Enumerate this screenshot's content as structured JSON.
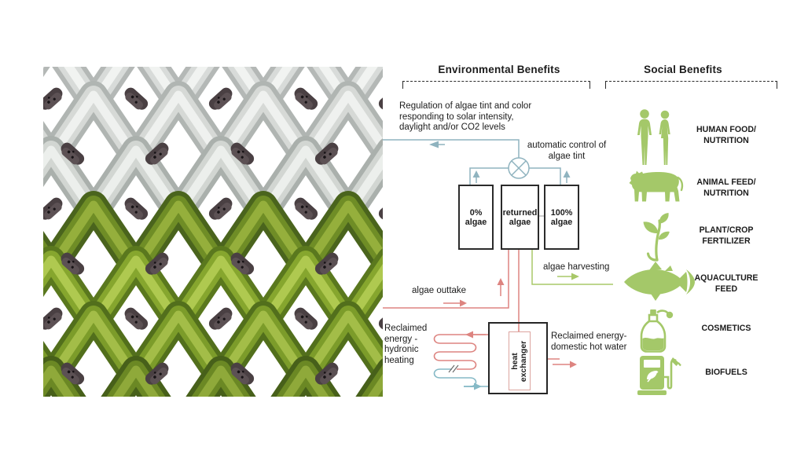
{
  "figure": {
    "environmental": {
      "title": "Environmental Benefits",
      "regulation_note": "Regulation of algae tint and color\nresponding to solar intensity,\ndaylight and/or CO2 levels",
      "auto_control_label": "automatic control of\nalgae tint",
      "tanks": [
        {
          "label": "0%\nalgae"
        },
        {
          "label": "returned\nalgae"
        },
        {
          "label": "100%\nalgae"
        }
      ],
      "algae_harvesting_label": "algae harvesting",
      "algae_outtake_label": "algae outtake",
      "hydronic_heating_label": "Reclaimed\nenergy -\nhydronic\nheating",
      "heat_exchanger_label": "heat\nexchanger",
      "domestic_hot_water_label": "Reclaimed energy-\ndomestic hot water"
    },
    "social": {
      "title": "Social Benefits",
      "items": [
        {
          "icon": "humans-icon",
          "label": "HUMAN FOOD/\nNUTRITION"
        },
        {
          "icon": "cow-icon",
          "label": "ANIMAL FEED/\nNUTRITION"
        },
        {
          "icon": "seedling-icon",
          "label": "PLANT/CROP\nFERTILIZER"
        },
        {
          "icon": "tuna-fish-icon",
          "label": "AQUACULTURE\nFEED"
        },
        {
          "icon": "cosmetics-bottle-icon",
          "label": "COSMETICS"
        },
        {
          "icon": "fuel-pump-icon",
          "label": "BIOFUELS"
        }
      ]
    },
    "photo": {
      "description": "Translucent 3D-printed lattice facade: clear tubes (0% algae) above, green algae-filled tubes below"
    },
    "colors": {
      "line_blue": "#8fb3bf",
      "line_red": "#dd8480",
      "line_green": "#a8c868",
      "icon_green": "#a4c869",
      "text": "#1c1c1c"
    }
  }
}
